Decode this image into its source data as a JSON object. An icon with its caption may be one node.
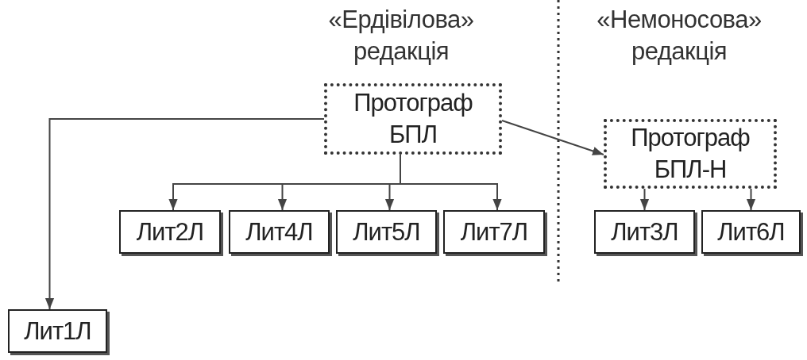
{
  "diagram": {
    "nodes": [
      {
        "text": [
          "Протограф БПЛ"
        ]
      },
      {
        "text": [
          "Протограф БПЛ-Н"
        ]
      },
      {
        "text": [
          "Лит2Л"
        ]
      },
      {
        "text": [
          "Лит4Л"
        ]
      },
      {
        "text": [
          "Лит5Л"
        ]
      },
      {
        "text": [
          "Лит7Л"
        ]
      },
      {
        "text": [
          "Лит3Л"
        ]
      },
      {
        "text": [
          "Лит6Л"
        ]
      },
      {
        "text": [
          "Лит1Л"
        ]
      }
    ],
    "edges": [
      {
        "from": 0,
        "to": 8,
        "arrow": "to"
      },
      {
        "from": 0,
        "to": 2,
        "arrow": "to"
      },
      {
        "from": 0,
        "to": 3,
        "arrow": "to"
      },
      {
        "from": 0,
        "to": 4,
        "arrow": "to"
      },
      {
        "from": 0,
        "to": 5,
        "arrow": "to"
      },
      {
        "from": 0,
        "to": 1,
        "arrow": "to"
      },
      {
        "from": 1,
        "to": 6,
        "arrow": "to"
      },
      {
        "from": 1,
        "to": 7,
        "arrow": "to"
      }
    ],
    "labels": [
      "«Ердівілова» редакція",
      "«Немоносова» редакція"
    ]
  }
}
